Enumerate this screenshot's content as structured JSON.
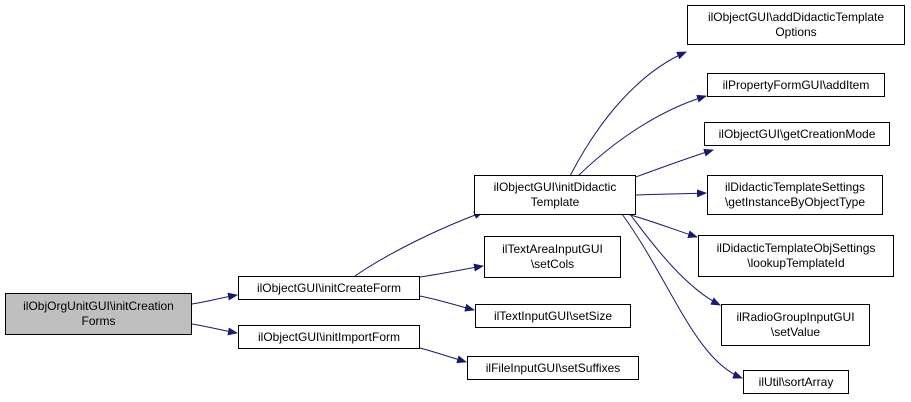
{
  "colors": {
    "edge": "#191970",
    "root_fill": "#bfbfbf",
    "node_fill": "#ffffff",
    "border": "#000000"
  },
  "nodes": {
    "root": [
      "ilObjOrgUnitGUI\\initCreation",
      "Forms"
    ],
    "initCreateForm": [
      "ilObjectGUI\\initCreateForm"
    ],
    "initImportForm": [
      "ilObjectGUI\\initImportForm"
    ],
    "initDidacticTemplate": [
      "ilObjectGUI\\initDidactic",
      "Template"
    ],
    "setCols": [
      "ilTextAreaInputGUI",
      "\\setCols"
    ],
    "setSize": [
      "ilTextInputGUI\\setSize"
    ],
    "setSuffixes": [
      "ilFileInputGUI\\setSuffixes"
    ],
    "addDidacticTemplateOptions": [
      "ilObjectGUI\\addDidacticTemplate",
      "Options"
    ],
    "addItem": [
      "ilPropertyFormGUI\\addItem"
    ],
    "getCreationMode": [
      "ilObjectGUI\\getCreationMode"
    ],
    "getInstanceByObjectType": [
      "ilDidacticTemplateSettings",
      "\\getInstanceByObjectType"
    ],
    "lookupTemplateId": [
      "ilDidacticTemplateObjSettings",
      "\\lookupTemplateId"
    ],
    "setValue": [
      "ilRadioGroupInputGUI",
      "\\setValue"
    ],
    "sortArray": [
      "ilUtil\\sortArray"
    ]
  }
}
